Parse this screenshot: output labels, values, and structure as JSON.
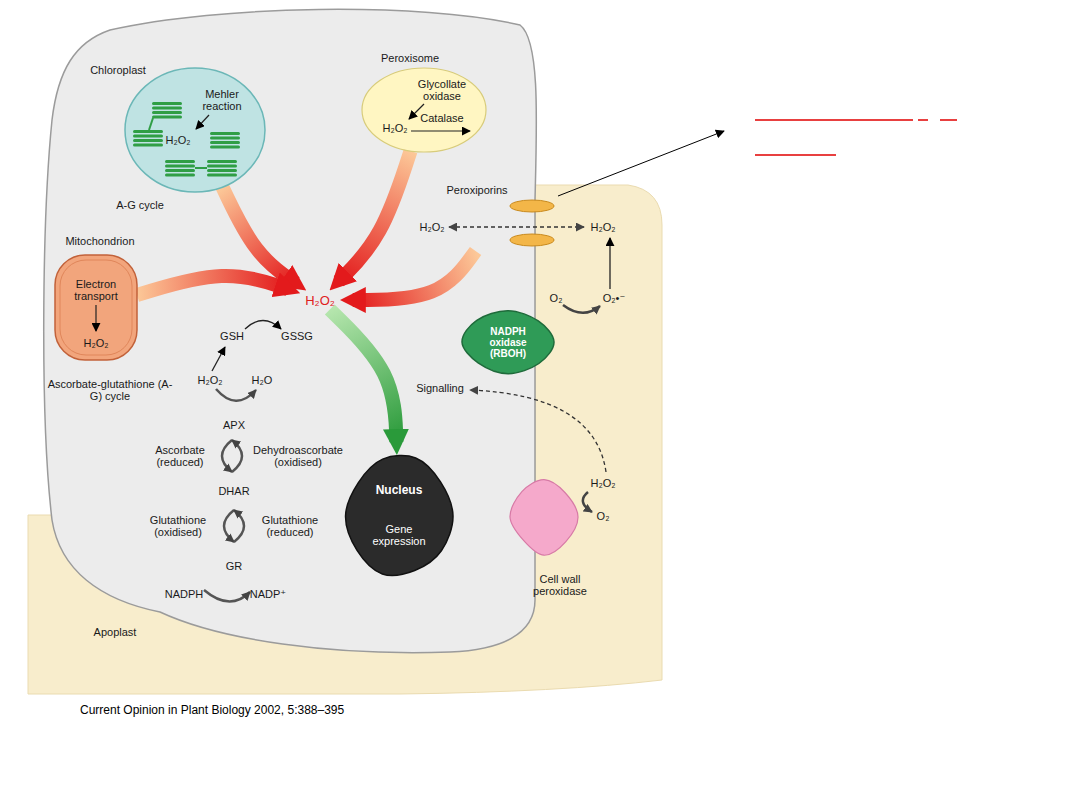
{
  "diagram": {
    "caption": "Current Opinion in Plant Biology 2002, 5:388–395",
    "nodes": [
      {
        "text": [
          "Chloroplast",
          "Mehler reaction",
          "H₂O₂",
          "A-G cycle"
        ]
      },
      {
        "text": [
          "Peroxisome",
          "Glycollate oxidase",
          "H₂O₂",
          "Catalase"
        ]
      },
      {
        "text": [
          "Peroxiporins"
        ]
      },
      {
        "text": [
          "Mitochondrion",
          "Electron transport",
          "H₂O₂"
        ]
      },
      {
        "text": [
          "H₂O₂"
        ]
      },
      {
        "text": [
          "NADPH oxidase (RBOH)"
        ]
      },
      {
        "text": [
          "Nucleus",
          "Gene expression"
        ]
      },
      {
        "text": [
          "Cell wall peroxidase"
        ]
      }
    ],
    "edges": [
      {
        "from": 0,
        "to": 4,
        "arrow": "to"
      },
      {
        "from": 1,
        "to": 4,
        "arrow": "to"
      },
      {
        "from": 3,
        "to": 4,
        "arrow": "to"
      },
      {
        "from": 2,
        "to": 4,
        "arrow": "to"
      },
      {
        "from": 4,
        "to": 6,
        "arrow": "to"
      }
    ],
    "labels": [
      "H₂O₂",
      "H₂O₂",
      "O₂",
      "O₂•⁻",
      "GSH",
      "GSSG",
      "Ascorbate-glutathione (A-G) cycle",
      "H₂O₂",
      "H₂O",
      "Signalling",
      "APX",
      "Ascorbate (reduced)",
      "Dehydroascorbate (oxidised)",
      "DHAR",
      "Glutathione (oxidised)",
      "Glutathione (reduced)",
      "H₂O₂",
      "O₂",
      "GR",
      "NADPH",
      "NADP⁺",
      "Apoplast"
    ]
  }
}
